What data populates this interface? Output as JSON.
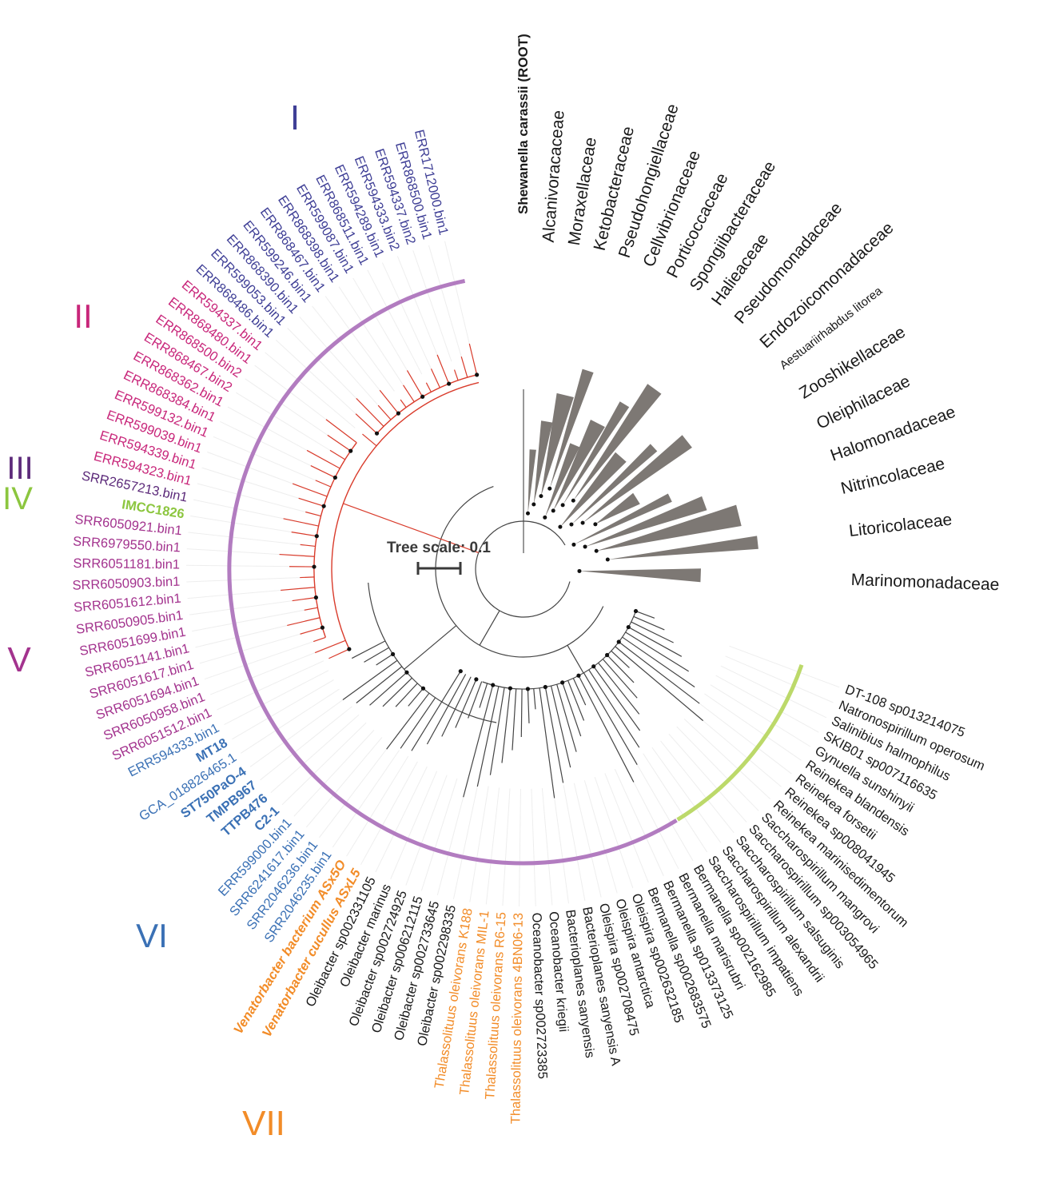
{
  "colors": {
    "group_I": "#3f3f96",
    "group_II": "#c8267a",
    "group_III": "#5c2a7a",
    "group_IV": "#8cc63f",
    "group_V": "#a3338e",
    "group_VI": "#3b71b5",
    "group_VII": "#f28c28",
    "arc_main": "#b27cc0",
    "arc_green": "#bcd96a",
    "red_branch": "#d93b2b",
    "collapsed_clade": "#7d7874",
    "black": "#1a1a1a"
  },
  "scale": {
    "label": "Tree scale: 0.1",
    "value": 0.1
  },
  "groups": [
    {
      "id": "I",
      "label": "I",
      "colorKey": "group_I"
    },
    {
      "id": "II",
      "label": "II",
      "colorKey": "group_II"
    },
    {
      "id": "III",
      "label": "III",
      "colorKey": "group_III"
    },
    {
      "id": "IV",
      "label": "IV",
      "colorKey": "group_IV"
    },
    {
      "id": "V",
      "label": "V",
      "colorKey": "group_V"
    },
    {
      "id": "VI",
      "label": "VI",
      "colorKey": "group_VI"
    },
    {
      "id": "VII",
      "label": "VII",
      "colorKey": "group_VII"
    }
  ],
  "root_label": "Shewanella carassii (ROOT)",
  "families": [
    "Alcanivoracaceae",
    "Moraxellaceae",
    "Ketobacteraceae",
    "Pseudohongiellaceae",
    "Cellvibrionaceae",
    "Porticoccaceae",
    "Spongiibacteraceae",
    "Halieaceae",
    "Pseudomonadaceae",
    "Endozoicomonadaceae",
    "Aestuariirhabdus litorea",
    "Zooshikellaceae",
    "Oleiphilaceae",
    "Halomonadaceae",
    "Nitrincolaceae",
    "Litoricolaceae",
    "Marinomonadaceae"
  ],
  "leaves": [
    {
      "label": "DT-108 sp013214075",
      "colorKey": "black"
    },
    {
      "label": "Natronospirillum operosum",
      "colorKey": "black"
    },
    {
      "label": "Salinibius halmophilus",
      "colorKey": "black"
    },
    {
      "label": "SKIB01 sp007116635",
      "colorKey": "black"
    },
    {
      "label": "Gynuella sunshinyii",
      "colorKey": "black"
    },
    {
      "label": "Reinekea blandensis",
      "colorKey": "black"
    },
    {
      "label": "Reinekea forsetii",
      "colorKey": "black"
    },
    {
      "label": "Reinekea sp008041945",
      "colorKey": "black"
    },
    {
      "label": "Reinekea marinisedimentorum",
      "colorKey": "black"
    },
    {
      "label": "Saccharospirillum mangrovi",
      "colorKey": "black"
    },
    {
      "label": "Saccharospirillum sp003054965",
      "colorKey": "black"
    },
    {
      "label": "Saccharospirillum salsuginis",
      "colorKey": "black"
    },
    {
      "label": "Saccharospirillum alexandrii",
      "colorKey": "black"
    },
    {
      "label": "Saccharospirillum impatiens",
      "colorKey": "black"
    },
    {
      "label": "Bermanella sp002162985",
      "colorKey": "black"
    },
    {
      "label": "Bermanella marisrubri",
      "colorKey": "black"
    },
    {
      "label": "Bermanella sp013373125",
      "colorKey": "black"
    },
    {
      "label": "Bermanella sp002683575",
      "colorKey": "black"
    },
    {
      "label": "Oleispira sp002632185",
      "colorKey": "black"
    },
    {
      "label": "Oleispira antarctica",
      "colorKey": "black"
    },
    {
      "label": "Oleispira sp002708475",
      "colorKey": "black"
    },
    {
      "label": "Bacterioplanes sanyensis A",
      "colorKey": "black"
    },
    {
      "label": "Bacterioplanes sanyensis",
      "colorKey": "black"
    },
    {
      "label": "Oceanobacter kriegii",
      "colorKey": "black"
    },
    {
      "label": "Oceanobacter sp002723385",
      "colorKey": "black"
    },
    {
      "label": "Thalassolituus oleivorans 4BN06-13",
      "colorKey": "group_VII"
    },
    {
      "label": "Thalassolituus oleivorans R6-15",
      "colorKey": "group_VII"
    },
    {
      "label": "Thalassolituus oleivorans MIL-1",
      "colorKey": "group_VII"
    },
    {
      "label": "Thalassolituus oleivorans K188",
      "colorKey": "group_VII"
    },
    {
      "label": "Oleibacter sp002298335",
      "colorKey": "black"
    },
    {
      "label": "Oleibacter sp002733645",
      "colorKey": "black"
    },
    {
      "label": "Oleibacter sp006212115",
      "colorKey": "black"
    },
    {
      "label": "Oleibacter sp002724925",
      "colorKey": "black"
    },
    {
      "label": "Oleibacter marinus",
      "colorKey": "black"
    },
    {
      "label": "Oleibacter sp002331105",
      "colorKey": "black"
    },
    {
      "label": "Venatorbacter cucullus ASxL5",
      "colorKey": "group_VII",
      "italic": true,
      "bold": true
    },
    {
      "label": "Venatorbacter bacterium ASx5O",
      "colorKey": "group_VII",
      "italic": true,
      "bold": true
    },
    {
      "label": "SRR2046235.bin1",
      "colorKey": "group_VI"
    },
    {
      "label": "SRR2046236.bin1",
      "colorKey": "group_VI"
    },
    {
      "label": "SRR6241617.bin1",
      "colorKey": "group_VI"
    },
    {
      "label": "ERR599000.bin1",
      "colorKey": "group_VI"
    },
    {
      "label": "C2-1",
      "colorKey": "group_VI",
      "bold": true
    },
    {
      "label": "TTPB476",
      "colorKey": "group_VI",
      "bold": true
    },
    {
      "label": "TMPB967",
      "colorKey": "group_VI",
      "bold": true
    },
    {
      "label": "ST750PaO-4",
      "colorKey": "group_VI",
      "bold": true
    },
    {
      "label": "GCA_018826465.1",
      "colorKey": "group_VI"
    },
    {
      "label": "MT18",
      "colorKey": "group_VI",
      "bold": true
    },
    {
      "label": "ERR594333.bin1",
      "colorKey": "group_VI"
    },
    {
      "label": "SRR6051512.bin1",
      "colorKey": "group_V"
    },
    {
      "label": "SRR6050958.bin1",
      "colorKey": "group_V"
    },
    {
      "label": "SRR6051694.bin1",
      "colorKey": "group_V"
    },
    {
      "label": "SRR6051617.bin1",
      "colorKey": "group_V"
    },
    {
      "label": "SRR6051141.bin1",
      "colorKey": "group_V"
    },
    {
      "label": "SRR6051699.bin1",
      "colorKey": "group_V"
    },
    {
      "label": "SRR6050905.bin1",
      "colorKey": "group_V"
    },
    {
      "label": "SRR6051612.bin1",
      "colorKey": "group_V"
    },
    {
      "label": "SRR6050903.bin1",
      "colorKey": "group_V"
    },
    {
      "label": "SRR6051181.bin1",
      "colorKey": "group_V"
    },
    {
      "label": "SRR6979550.bin1",
      "colorKey": "group_V"
    },
    {
      "label": "SRR6050921.bin1",
      "colorKey": "group_V"
    },
    {
      "label": "IMCC1826",
      "colorKey": "group_IV",
      "bold": true
    },
    {
      "label": "SRR2657213.bin1",
      "colorKey": "group_III"
    },
    {
      "label": "ERR594323.bin1",
      "colorKey": "group_II"
    },
    {
      "label": "ERR594339.bin1",
      "colorKey": "group_II"
    },
    {
      "label": "ERR599039.bin1",
      "colorKey": "group_II"
    },
    {
      "label": "ERR599132.bin1",
      "colorKey": "group_II"
    },
    {
      "label": "ERR868384.bin1",
      "colorKey": "group_II"
    },
    {
      "label": "ERR868362.bin1",
      "colorKey": "group_II"
    },
    {
      "label": "ERR868467.bin2",
      "colorKey": "group_II"
    },
    {
      "label": "ERR868500.bin2",
      "colorKey": "group_II"
    },
    {
      "label": "ERR868480.bin1",
      "colorKey": "group_II"
    },
    {
      "label": "ERR594337.bin1",
      "colorKey": "group_II"
    },
    {
      "label": "ERR868486.bin1",
      "colorKey": "group_I"
    },
    {
      "label": "ERR599053.bin1",
      "colorKey": "group_I"
    },
    {
      "label": "ERR868390.bin1",
      "colorKey": "group_I"
    },
    {
      "label": "ERR599246.bin1",
      "colorKey": "group_I"
    },
    {
      "label": "ERR868467.bin1",
      "colorKey": "group_I"
    },
    {
      "label": "ERR868398.bin1",
      "colorKey": "group_I"
    },
    {
      "label": "ERR599087.bin1",
      "colorKey": "group_I"
    },
    {
      "label": "ERR868511.bin1",
      "colorKey": "group_I"
    },
    {
      "label": "ERR594289.bin1",
      "colorKey": "group_I"
    },
    {
      "label": "ERR594333.bin2",
      "colorKey": "group_I"
    },
    {
      "label": "ERR594337.bin2",
      "colorKey": "group_I"
    },
    {
      "label": "ERR868500.bin1",
      "colorKey": "group_I"
    },
    {
      "label": "ERR1712000.bin1",
      "colorKey": "group_I"
    }
  ]
}
